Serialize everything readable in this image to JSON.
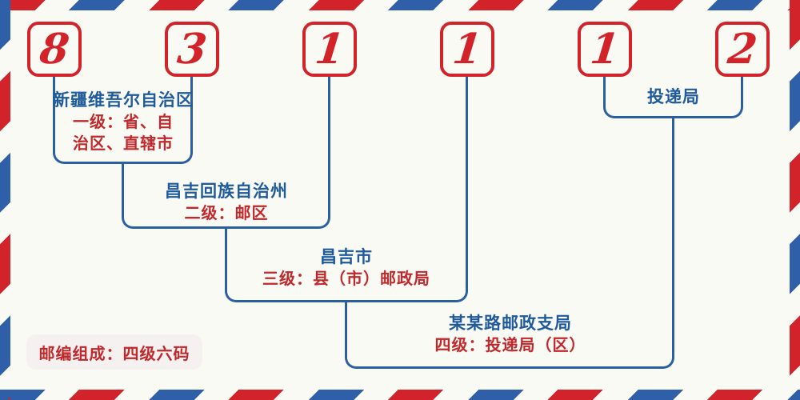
{
  "postal_code": {
    "digits": [
      "8",
      "3",
      "1",
      "1",
      "1",
      "2"
    ]
  },
  "levels": {
    "level1": {
      "name": "新疆维吾尔自治区",
      "desc_line1": "一级：省、自",
      "desc_line2": "治区、直辖市"
    },
    "level2": {
      "name": "昌吉回族自治州",
      "desc": "二级：邮区"
    },
    "level3": {
      "name": "昌吉市",
      "desc": "三级：县（市）邮政局"
    },
    "level4": {
      "name": "某某路邮政支局",
      "desc": "四级：投递局（区）"
    },
    "delivery": {
      "label": "投递局"
    }
  },
  "footer": {
    "composition_label": "邮编组成：四级六码"
  },
  "colors": {
    "red": "#d2232a",
    "line_blue": "#2a60a0",
    "text_blue": "#1e5a9c",
    "text_red": "#c0282c",
    "background": "#fafaf4",
    "footer_background": "#f6f1f1"
  }
}
